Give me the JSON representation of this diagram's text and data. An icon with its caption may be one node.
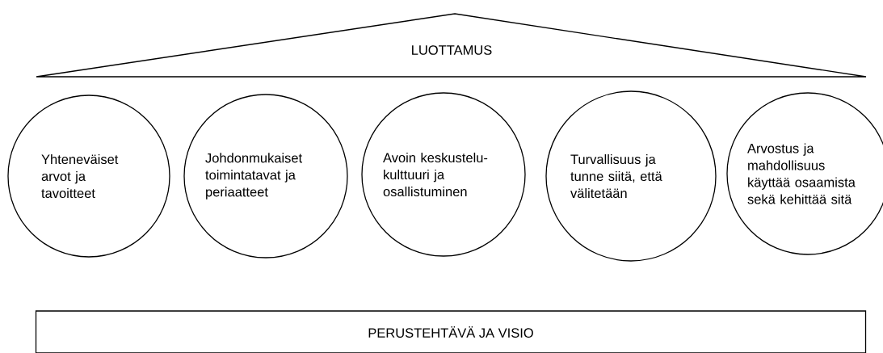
{
  "diagram": {
    "nodes": [
      {
        "text": [
          "LUOTTAMUS"
        ]
      },
      {
        "text": [
          "Yhteneväiset arvot ja tavoitteet"
        ]
      },
      {
        "text": [
          "Johdonmukaiset toimintatavat ja periaatteet"
        ]
      },
      {
        "text": [
          "Avoin keskustelu-kulttuuri ja osallistuminen"
        ]
      },
      {
        "text": [
          "Turvallisuus ja tunne siitä, että välitetään"
        ]
      },
      {
        "text": [
          "Arvostus ja mahdollisuus käyttää osaamista sekä kehittää sitä"
        ]
      },
      {
        "text": [
          "PERUSTEHTÄVÄ JA VISIO"
        ]
      }
    ]
  }
}
